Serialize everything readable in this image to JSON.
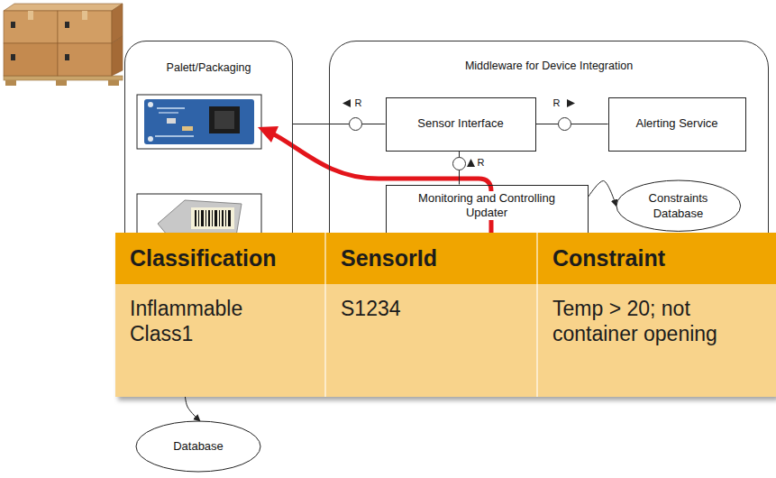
{
  "diagram": {
    "nodes": [
      {
        "text": [
          "Palett/Packaging"
        ]
      },
      {
        "text": [
          "Middleware for Device Integration"
        ]
      },
      {
        "text": [
          "Sensor Interface"
        ],
        "in": 1
      },
      {
        "text": [
          "Alerting Service"
        ],
        "in": 1
      },
      {
        "text": [
          "Monitoring and Controlling Updater"
        ],
        "in": 1
      },
      {
        "text": [
          "Constraints Database"
        ],
        "in": 1
      },
      {
        "text": [
          "Database"
        ]
      }
    ],
    "edges": [
      {
        "from": 2,
        "to": 0,
        "arrow": "none",
        "label": "R"
      },
      {
        "from": 2,
        "to": 3,
        "arrow": "none",
        "label": "R"
      },
      {
        "from": 4,
        "to": 2,
        "arrow": "none",
        "label": "R"
      },
      {
        "from": 4,
        "to": 5,
        "arrow": "to"
      },
      {
        "from": 0,
        "to": 6,
        "arrow": "to"
      }
    ],
    "labels": [
      "Classification",
      "SensorId",
      "Constraint",
      "Inflammable Class1",
      "S1234",
      "Temp > 20; not container opening"
    ]
  }
}
